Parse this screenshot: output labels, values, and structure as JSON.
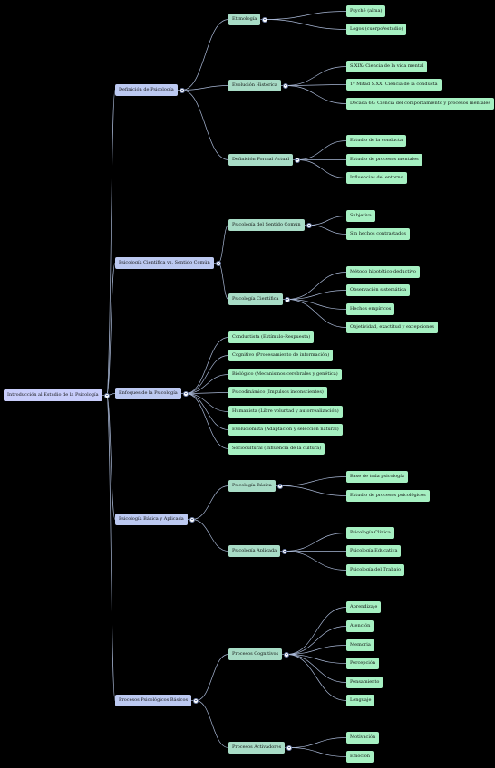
{
  "root": {
    "label": "Introducción al Estudio de la Psicología",
    "children": [
      {
        "label": "Definición de Psicología",
        "children": [
          {
            "label": "Etimología",
            "children": [
              {
                "label": "Psyché (alma)"
              },
              {
                "label": "Logos (cuerpo/estudio)"
              }
            ]
          },
          {
            "label": "Evolución Histórica",
            "children": [
              {
                "label": "S.XIX: Ciencia de la vida mental"
              },
              {
                "label": "1ª Mitad S.XX: Ciencia de la conducta"
              },
              {
                "label": "Década 60: Ciencia del comportamiento y procesos mentales"
              }
            ]
          },
          {
            "label": "Definición Formal Actual",
            "children": [
              {
                "label": "Estudio de la conducta"
              },
              {
                "label": "Estudio de procesos mentales"
              },
              {
                "label": "Influencias del entorno"
              }
            ]
          }
        ]
      },
      {
        "label": "Psicología Científica vs. Sentido Común",
        "children": [
          {
            "label": "Psicología del Sentido Común",
            "children": [
              {
                "label": "Subjetiva"
              },
              {
                "label": "Sin hechos contrastados"
              }
            ]
          },
          {
            "label": "Psicología Científica",
            "children": [
              {
                "label": "Método hipotético-deductivo"
              },
              {
                "label": "Observación sistemática"
              },
              {
                "label": "Hechos empíricos"
              },
              {
                "label": "Objetividad, exactitud y excepciones"
              }
            ]
          }
        ]
      },
      {
        "label": "Enfoques de la Psicología",
        "children": [
          {
            "label": "Conductista (Estímulo-Respuesta)"
          },
          {
            "label": "Cognitivo (Procesamiento de información)"
          },
          {
            "label": "Biológico (Mecanismos cerebrales y genética)"
          },
          {
            "label": "Psicodinámico (Impulsos inconscientes)"
          },
          {
            "label": "Humanista (Libre voluntad y autorrealización)"
          },
          {
            "label": "Evolucionista (Adaptación y selección natural)"
          },
          {
            "label": "Sociocultural (Influencia de la cultura)"
          }
        ]
      },
      {
        "label": "Psicología Básica y Aplicada",
        "children": [
          {
            "label": "Psicología Básica",
            "children": [
              {
                "label": "Base de toda psicología"
              },
              {
                "label": "Estudio de procesos psicológicos"
              }
            ]
          },
          {
            "label": "Psicología Aplicada",
            "children": [
              {
                "label": "Psicología Clínica"
              },
              {
                "label": "Psicología Educativa"
              },
              {
                "label": "Psicología del Trabajo"
              }
            ]
          }
        ]
      },
      {
        "label": "Procesos Psicológicos Básicos",
        "children": [
          {
            "label": "Procesos Cognitivos",
            "children": [
              {
                "label": "Aprendizaje"
              },
              {
                "label": "Atención"
              },
              {
                "label": "Memoria"
              },
              {
                "label": "Percepción"
              },
              {
                "label": "Pensamiento"
              },
              {
                "label": "Lenguaje"
              }
            ]
          },
          {
            "label": "Procesos Activadores",
            "children": [
              {
                "label": "Motivación"
              },
              {
                "label": "Emoción"
              }
            ]
          }
        ]
      }
    ]
  },
  "colors": {
    "background": "#000000",
    "root_node": "#c8cdfb",
    "branch_node": "#bcc9f1",
    "sub_node": "#a8dcc6",
    "leaf_node": "#a6f0c2",
    "link": "#a9b8d6",
    "toggle_fill": "#ffffff"
  }
}
